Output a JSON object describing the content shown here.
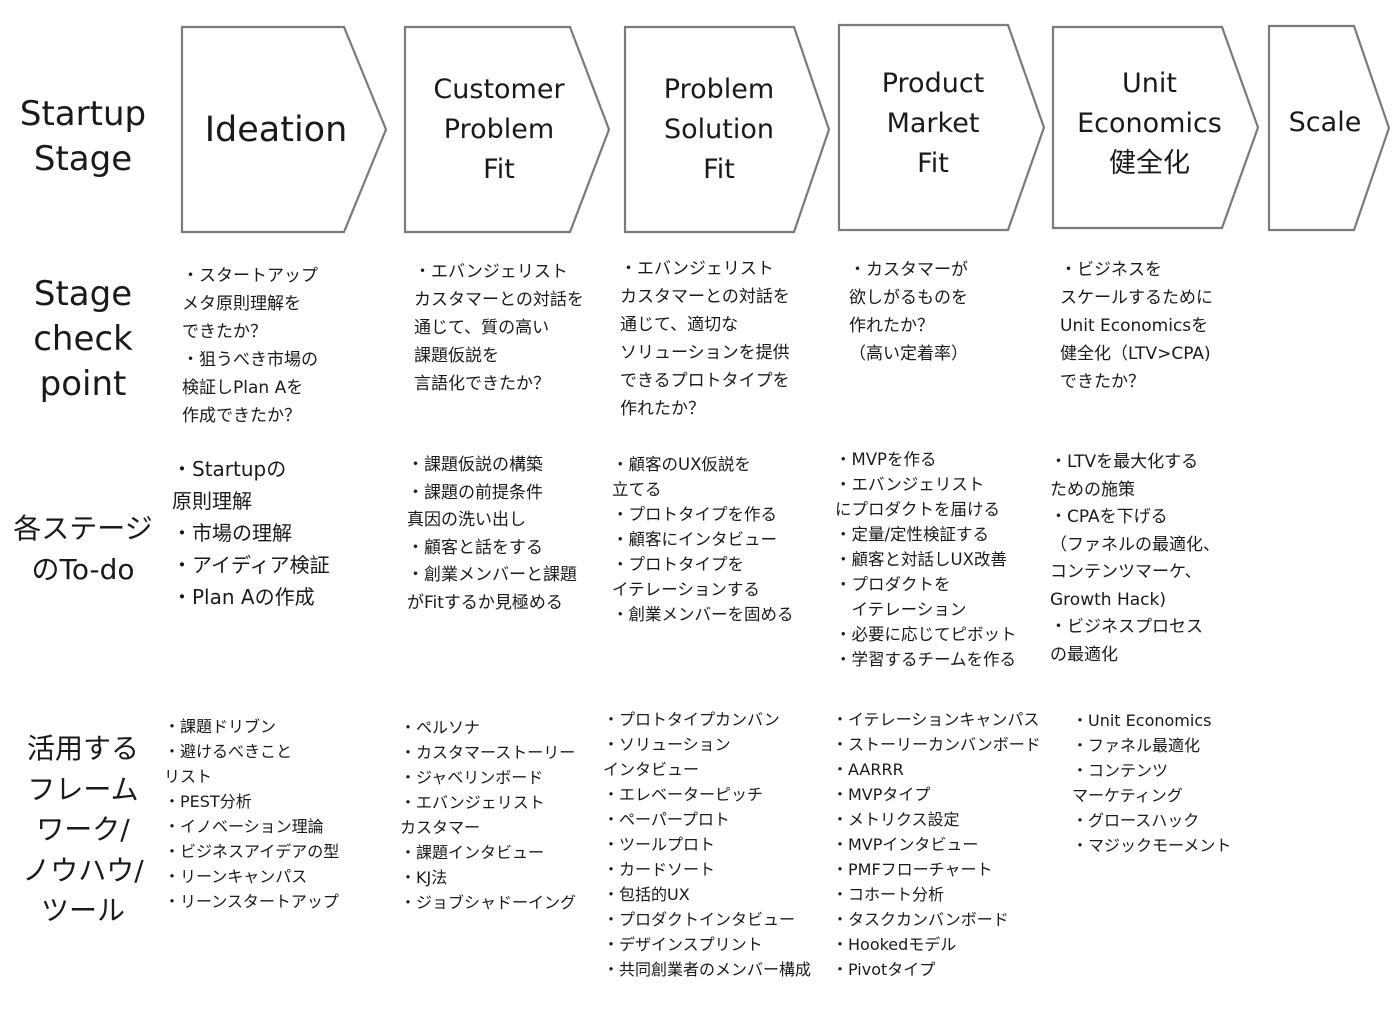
{
  "rows": {
    "stage": [
      "Startup",
      "Stage"
    ],
    "check": [
      "Stage",
      "check",
      "point"
    ],
    "todo": [
      "各ステージ",
      "のTo-do"
    ],
    "framework": [
      "活用する",
      "フレーム",
      "ワーク/",
      "ノウハウ/",
      "ツール"
    ]
  },
  "stages": [
    {
      "lines": [
        "Ideation"
      ]
    },
    {
      "lines": [
        "Customer",
        "Problem",
        "Fit"
      ]
    },
    {
      "lines": [
        "Problem",
        "Solution",
        "Fit"
      ]
    },
    {
      "lines": [
        "Product",
        "Market",
        "Fit"
      ]
    },
    {
      "lines": [
        "Unit",
        "Economics",
        "健全化"
      ]
    },
    {
      "lines": [
        "Scale"
      ]
    }
  ],
  "checkpoints": [
    [
      "・スタートアップ",
      "メタ原則理解を",
      "できたか？",
      "・狙うべき市場の",
      "検証しPlan Aを",
      "作成できたか？"
    ],
    [
      "・エバンジェリスト",
      "カスタマーとの対話を",
      "通じて、質の高い",
      "課題仮説を",
      "言語化できたか？"
    ],
    [
      "・エバンジェリスト",
      "カスタマーとの対話を",
      "通じて、適切な",
      "ソリューションを提供",
      "できるプロトタイプを",
      "作れたか？"
    ],
    [
      "・カスタマーが",
      "欲しがるものを",
      "作れたか？",
      "（高い定着率）"
    ],
    [
      "・ビジネスを",
      "スケールするために",
      "Unit Economicsを",
      "健全化（LTV>CPA)",
      "できたか？"
    ]
  ],
  "todos": [
    [
      "・Startupの",
      "原則理解",
      "・市場の理解",
      "・アイディア検証",
      "・Plan Aの作成"
    ],
    [
      "・課題仮説の構築",
      "・課題の前提条件",
      "真因の洗い出し",
      "・顧客と話をする",
      "・創業メンバーと課題",
      "がFitするか見極める"
    ],
    [
      "・顧客のUX仮説を",
      "立てる",
      "・プロトタイプを作る",
      "・顧客にインタビュー",
      "・プロトタイプを",
      "イテレーションする",
      "・創業メンバーを固める"
    ],
    [
      "・MVPを作る",
      "・エバンジェリスト",
      "にプロダクトを届ける",
      "・定量/定性検証する",
      "・顧客と対話しUX改善",
      "・プロダクトを",
      "　イテレーション",
      "・必要に応じてピボット",
      "・学習するチームを作る"
    ],
    [
      "・LTVを最大化する",
      "ための施策",
      "・CPAを下げる",
      "（ファネルの最適化、",
      "コンテンツマーケ、",
      "Growth Hack)",
      "・ビジネスプロセス",
      "の最適化"
    ]
  ],
  "frameworks": [
    [
      "・課題ドリブン",
      "・避けるべきこと",
      "リスト",
      "・PEST分析",
      "・イノベーション理論",
      "・ビジネスアイデアの型",
      "・リーンキャンパス",
      "・リーンスタートアップ"
    ],
    [
      "・ペルソナ",
      "・カスタマーストーリー",
      "・ジャベリンボード",
      "・エバンジェリスト",
      "カスタマー",
      "・課題インタビュー",
      "・KJ法",
      "・ジョブシャドーイング"
    ],
    [
      "・プロトタイプカンバン",
      "・ソリューション",
      "インタビュー",
      "・エレベーターピッチ",
      "・ペーパープロト",
      "・ツールプロト",
      "・カードソート",
      "・包括的UX",
      "・プロダクトインタビュー",
      "・デザインスプリント",
      "・共同創業者のメンバー構成"
    ],
    [
      "・イテレーションキャンパス",
      "・ストーリーカンバンボード",
      "・AARRR",
      "・MVPタイプ",
      "・メトリクス設定",
      "・MVPインタビュー",
      "・PMFフローチャート",
      "・コホート分析",
      "・タスクカンバンボード",
      "・Hookedモデル",
      "・Pivotタイプ"
    ],
    [
      "・Unit Economics",
      "・ファネル最適化",
      "・コンテンツ",
      "マーケティング",
      "・グロースハック",
      "・マジックモーメント"
    ]
  ]
}
